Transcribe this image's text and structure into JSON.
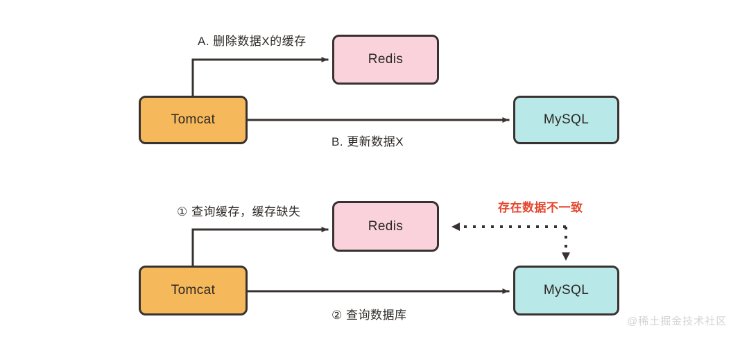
{
  "diagram": {
    "title": "Cache Aside pattern data inconsistency illustration",
    "background_color": "#ffffff",
    "line_color": "#37322f",
    "warning_color": "#e4472e",
    "nodes": {
      "tomcat_top": {
        "label": "Tomcat",
        "color": "#f5b85b"
      },
      "redis_top": {
        "label": "Redis",
        "color": "#f9d2dc"
      },
      "mysql_top": {
        "label": "MySQL",
        "color": "#b9e8e9"
      },
      "tomcat_bottom": {
        "label": "Tomcat",
        "color": "#f5b85b"
      },
      "redis_bottom": {
        "label": "Redis",
        "color": "#f9d2dc"
      },
      "mysql_bottom": {
        "label": "MySQL",
        "color": "#b9e8e9"
      }
    },
    "labels": {
      "step_a": "A. 删除数据X的缓存",
      "step_b": "B. 更新数据X",
      "step_1": "① 查询缓存，缓存缺失",
      "step_2": "② 查询数据库",
      "inconsistency": "存在数据不一致"
    },
    "watermark": "@稀土掘金技术社区"
  }
}
